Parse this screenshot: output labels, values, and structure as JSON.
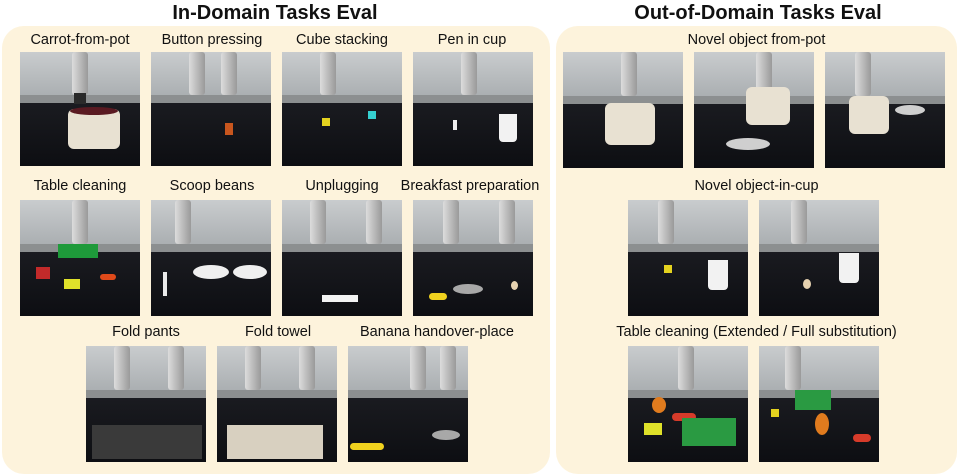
{
  "in_domain": {
    "title": "In-Domain Tasks Eval",
    "tasks": [
      "Carrot-from-pot",
      "Button pressing",
      "Cube stacking",
      "Pen in cup",
      "Table cleaning",
      "Scoop beans",
      "Unplugging",
      "Breakfast preparation",
      "Fold pants",
      "Fold towel",
      "Banana handover-place"
    ]
  },
  "out_of_domain": {
    "title": "Out-of-Domain Tasks Eval",
    "groups": [
      "Novel object from-pot",
      "Novel object-in-cup",
      "Table cleaning (Extended / Full substitution)"
    ]
  },
  "colors": {
    "panel_bg": "#fdf3dc",
    "cloth": "#121318"
  }
}
